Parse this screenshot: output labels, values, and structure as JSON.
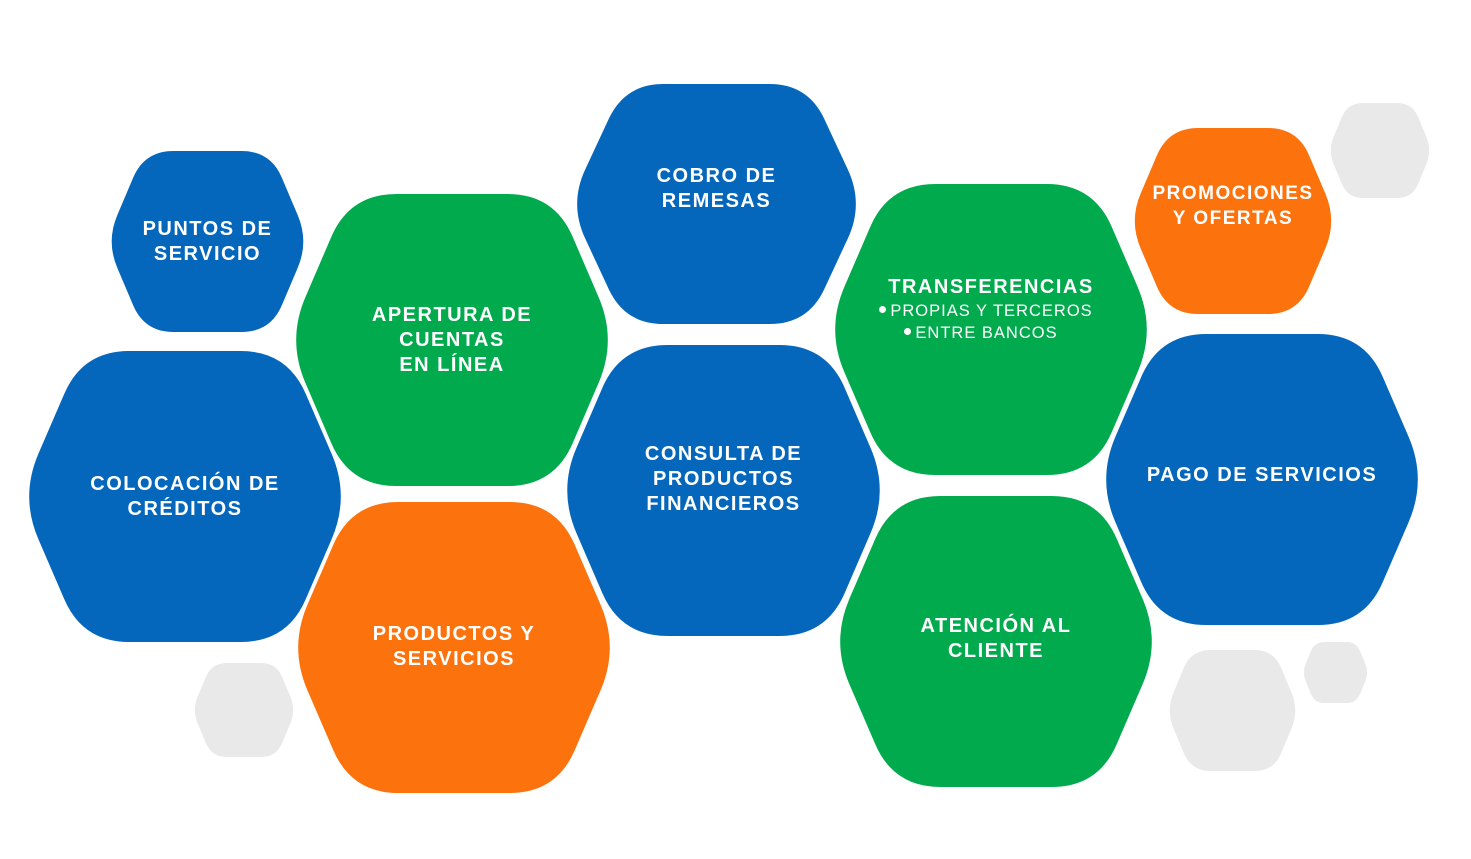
{
  "colors": {
    "blue": "#0567BB",
    "green": "#02AA4E",
    "orange": "#FC730E",
    "gray": "#E9E9E9",
    "text": "#FFFFFF"
  },
  "services": [
    {
      "id": "puntos-de-servicio",
      "label": "PUNTOS DE\nSERVICIO",
      "color": "blue"
    },
    {
      "id": "apertura-de-cuentas",
      "label": "APERTURA DE\nCUENTAS\nEN LÍNEA",
      "color": "green"
    },
    {
      "id": "cobro-de-remesas",
      "label": "COBRO DE\nREMESAS",
      "color": "blue"
    },
    {
      "id": "transferencias",
      "label": "TRANSFERENCIAS",
      "color": "green",
      "bullets": [
        "PROPIAS Y TERCEROS",
        "ENTRE BANCOS"
      ]
    },
    {
      "id": "promociones-y-ofertas",
      "label": "PROMOCIONES\nY OFERTAS",
      "color": "orange"
    },
    {
      "id": "colocacion-de-creditos",
      "label": "COLOCACIÓN DE\nCRÉDITOS",
      "color": "blue"
    },
    {
      "id": "consulta-de-productos",
      "label": "CONSULTA DE\nPRODUCTOS\nFINANCIEROS",
      "color": "blue"
    },
    {
      "id": "pago-de-servicios",
      "label": "PAGO DE SERVICIOS",
      "color": "blue"
    },
    {
      "id": "productos-y-servicios",
      "label": "PRODUCTOS Y\nSERVICIOS",
      "color": "orange"
    },
    {
      "id": "atencion-al-cliente",
      "label": "ATENCIÓN AL\nCLIENTE",
      "color": "green"
    }
  ]
}
